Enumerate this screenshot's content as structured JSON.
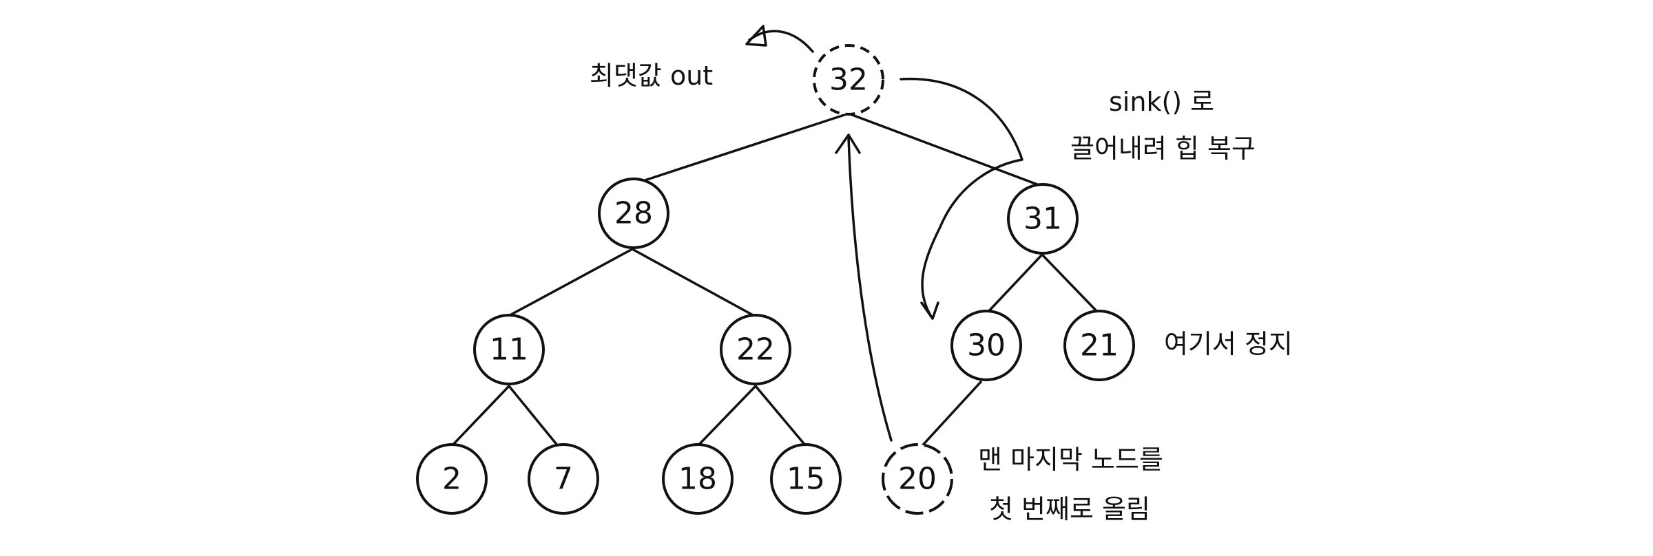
{
  "nodes": {
    "root": "32",
    "n28": "28",
    "n31": "31",
    "n11": "11",
    "n22": "22",
    "n30": "30",
    "n21": "21",
    "n2": "2",
    "n7": "7",
    "n18": "18",
    "n15": "15",
    "n20": "20"
  },
  "annotations": {
    "max_out": "최댓값 out",
    "sink_line1": "sink() 로",
    "sink_line2": "끌어내려 힙 복구",
    "stop_here": "여기서 정지",
    "last_node_line1": "맨 마지막 노드를",
    "last_node_line2": "첫 번째로 올림"
  }
}
